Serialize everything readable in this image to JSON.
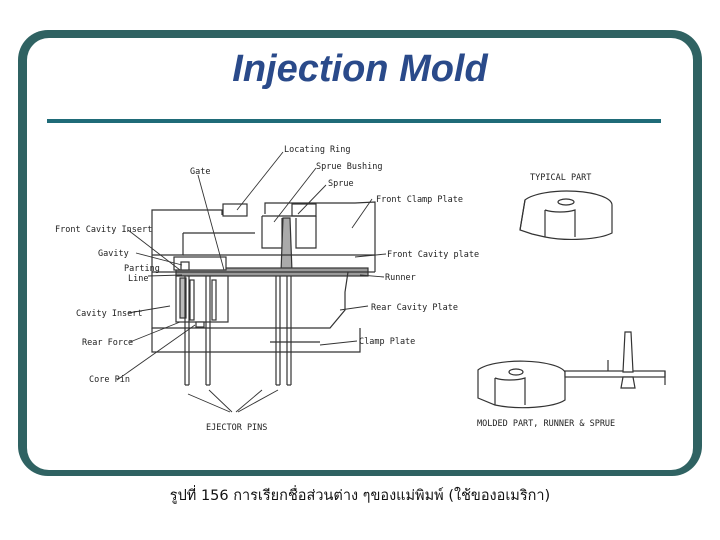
{
  "title": "Injection Mold",
  "labels": {
    "locating_ring": "Locating Ring",
    "sprue_bushing": "Sprue Bushing",
    "sprue": "Sprue",
    "gate": "Gate",
    "front_clamp_plate": "Front Clamp Plate",
    "front_cavity_insert": "Front Cavity Insert",
    "cavity": "Gavity",
    "parting_line_1": "Parting",
    "parting_line_2": "Line",
    "front_cavity_plate": "Front Cavity plate",
    "runner": "Runner",
    "rear_cavity_plate": "Rear Cavity Plate",
    "cavity_insert": "Cavity Insert",
    "rear_force": "Rear Force",
    "clamp_plate": "Clamp Plate",
    "core_pin": "Core Pin",
    "ejector_pins": "EJECTOR PINS",
    "typical_part": "TYPICAL PART",
    "molded_part": "MOLDED PART, RUNNER & SPRUE"
  },
  "caption": "รูปที่ 156 การเรียกชื่อส่วนต่าง ๆของแม่พิมพ์ (ใช้ของอเมริกา)"
}
